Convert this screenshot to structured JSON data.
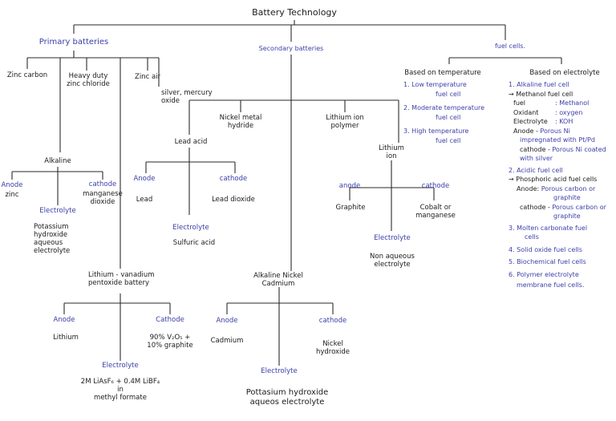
{
  "title": "Battery Technology",
  "primary": {
    "label": "Primary batteries",
    "types": {
      "zinc_carbon": "Zinc carbon",
      "heavy_duty": [
        "Heavy duty",
        "zinc chloride"
      ],
      "zinc_air": "Zinc air",
      "silver_mercury": [
        "silver, mercury",
        "oxide"
      ]
    },
    "alkaline": {
      "label": "Alkaline",
      "anode_label": "Anode",
      "anode_value": "zinc",
      "cathode_label": "cathode",
      "cathode_value": [
        "manganese",
        "dioxide"
      ],
      "electrolyte_label": "Electrolyte",
      "electrolyte_value": [
        "Potassium",
        "hydroxide",
        "aqueous",
        "electrolyte"
      ]
    },
    "lithium_vanadium": {
      "label": [
        "Lithium - vanadium",
        "pentoxide battery"
      ],
      "anode_label": "Anode",
      "anode_value": "Lithium",
      "cathode_label": "Cathode",
      "cathode_value": [
        "90% V₂O₅ +",
        "10% graphite"
      ],
      "electrolyte_label": "Electrolyte",
      "electrolyte_value": [
        "2M LiAsF₆ + 0.4M LiBF₄",
        "in",
        "methyl formate"
      ]
    }
  },
  "secondary": {
    "label": "Secondary batteries",
    "lead_acid": {
      "label": "Lead acid",
      "anode_label": "Anode",
      "anode_value": "Lead",
      "cathode_label": "cathode",
      "cathode_value": "Lead dioxide",
      "electrolyte_label": "Electrolyte",
      "electrolyte_value": "Sulfuric acid"
    },
    "nickel_metal_hydride": [
      "Nickel metal",
      "hydride"
    ],
    "lithium_ion_polymer": [
      "Lithium ion",
      "polymer"
    ],
    "lithium_ion": {
      "label": [
        "Lithium",
        "ion"
      ],
      "anode_label": "anode",
      "anode_value": "Graphite",
      "cathode_label": "cathode",
      "cathode_value": [
        "Cobalt or",
        "manganese"
      ],
      "electrolyte_label": "Electrolyte",
      "electrolyte_value": [
        "Non aqueous",
        "electrolyte"
      ]
    },
    "alkaline_nickel_cadmium": {
      "label": [
        "Alkaline Nickel",
        "Cadmium"
      ],
      "anode_label": "Anode",
      "anode_value": "Cadmium",
      "cathode_label": "cathode",
      "cathode_value": [
        "Nickel",
        "hydroxide"
      ],
      "electrolyte_label": "Electrolyte",
      "electrolyte_value": [
        "Pottasium hydroxide",
        "aqueos electrolyte"
      ]
    }
  },
  "fuel_cells": {
    "label": "fuel cells.",
    "based_on_temperature": {
      "heading": "Based on temperature",
      "items": [
        [
          "1. Low temperature",
          "fuel cell"
        ],
        [
          "2. Moderate temperature",
          "fuel cell"
        ],
        [
          "3. High temperature",
          "fuel cell"
        ]
      ]
    },
    "based_on_electrolyte": {
      "heading": "Based on electrolyte",
      "alkaline_heading": "1. Alkaline fuel cell",
      "methanol": [
        "→ Methanol fuel cell"
      ],
      "fuel_label": "fuel",
      "fuel_value": ": Methanol",
      "oxidant_label": "Oxidant",
      "oxidant_value": ": oxygen",
      "electrolyte_label": "Electrolyte",
      "electrolyte_value": ": KOH",
      "anode_label": "Anode -",
      "anode_value": [
        "Porous Ni",
        "impregnated with Pt/Pd"
      ],
      "cathode_label": "cathode -",
      "cathode_value": [
        "Porous Ni coated",
        "with silver"
      ],
      "acidic_heading": "2. Acidic fuel cell",
      "phosphoric": "→ Phosphoric acid fuel cells",
      "acid_anode_label": "Anode:",
      "acid_anode_value": [
        "Porous carbon or",
        "graphite"
      ],
      "acid_cathode_label": "cathode -",
      "acid_cathode_value": [
        "Porous carbon or",
        "graphite"
      ],
      "others": [
        [
          "3. Molten carbonate fuel",
          "cells"
        ],
        [
          "4. Solid oxide fuel cells"
        ],
        [
          "5. Biochemical fuel cells"
        ],
        [
          "6. Polymer electrolyte",
          "membrane fuel cells."
        ]
      ]
    }
  }
}
